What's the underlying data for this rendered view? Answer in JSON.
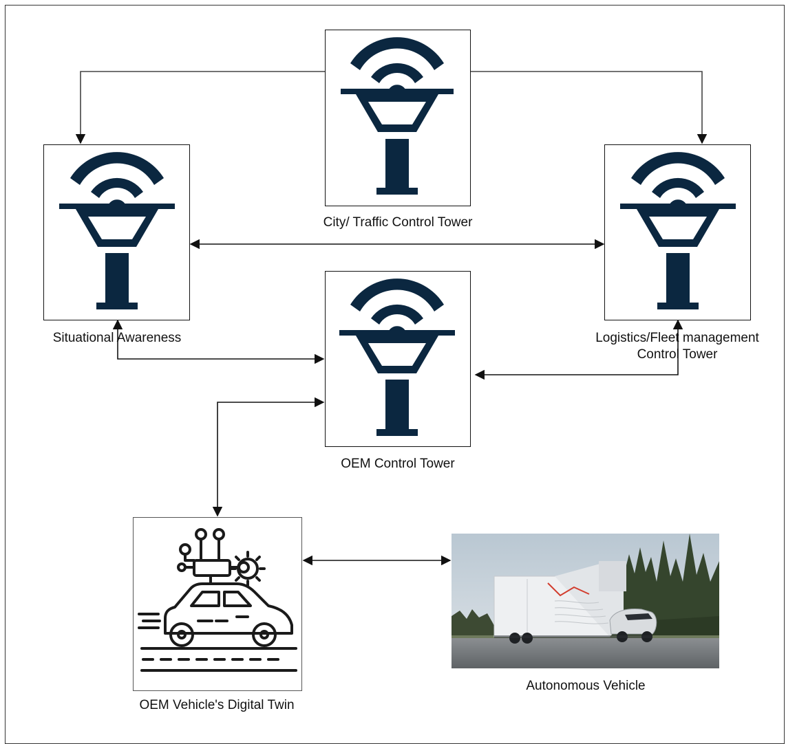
{
  "colors": {
    "tower": "#0b2740",
    "stroke": "#111111",
    "line": "#333333"
  },
  "nodes": {
    "city_tower": {
      "label": "City/ Traffic Control Tower",
      "icon": "control-tower-icon"
    },
    "situational": {
      "label": "Situational Awareness",
      "icon": "control-tower-icon"
    },
    "logistics": {
      "label_line1": "Logistics/Fleet management",
      "label_line2": "Control Tower",
      "icon": "control-tower-icon"
    },
    "oem_tower": {
      "label": "OEM Control Tower",
      "icon": "control-tower-icon"
    },
    "digital_twin": {
      "label": "OEM Vehicle's Digital Twin",
      "icon": "connected-car-icon"
    },
    "autonomous": {
      "label": "Autonomous Vehicle",
      "icon": "autonomous-truck-photo"
    }
  }
}
